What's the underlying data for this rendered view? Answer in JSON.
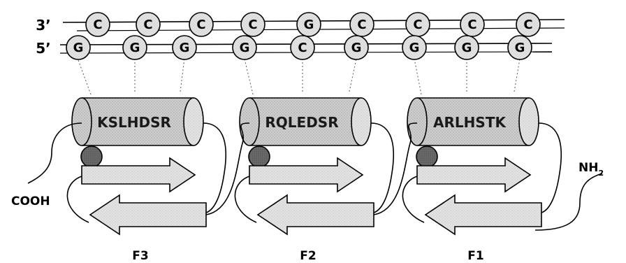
{
  "dna": {
    "top_strand_label": "3’",
    "bottom_strand_label": "5’",
    "top_bases": [
      "C",
      "C",
      "C",
      "C",
      "G",
      "C",
      "C",
      "C",
      "C"
    ],
    "bottom_bases": [
      "G",
      "G",
      "G",
      "G",
      "C",
      "G",
      "G",
      "G",
      "G"
    ]
  },
  "fingers": [
    {
      "name": "F3",
      "helix_sequence": "KSLHDSR"
    },
    {
      "name": "F2",
      "helix_sequence": "RQLEDSR"
    },
    {
      "name": "F1",
      "helix_sequence": "ARLHSTK"
    }
  ],
  "termini": {
    "c_terminus": "COOH",
    "n_terminus": "NH",
    "n_terminus_subscript": "2"
  }
}
